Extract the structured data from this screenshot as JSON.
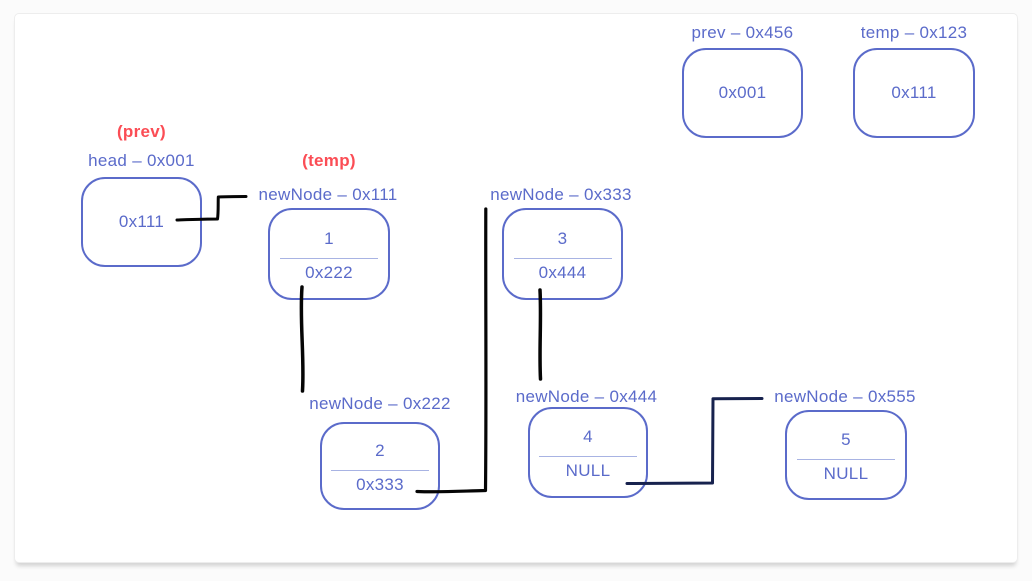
{
  "colors": {
    "node_blue": "#5b6bca",
    "divider_blue": "#a8b3e3",
    "annotation_red": "#fb4d55",
    "wire_black": "#050505",
    "wire_navy": "#17224e"
  },
  "variables": {
    "prev": {
      "label": "prev – 0x456",
      "value": "0x001"
    },
    "temp": {
      "label": "temp – 0x123",
      "value": "0x111"
    },
    "head": {
      "annotation": "(prev)",
      "label": "head – 0x001",
      "value": "0x111"
    }
  },
  "nodes": [
    {
      "annotation": "(temp)",
      "label": "newNode – 0x111",
      "data": "1",
      "next": "0x222"
    },
    {
      "label": "newNode – 0x333",
      "data": "3",
      "next": "0x444"
    },
    {
      "label": "newNode – 0x222",
      "data": "2",
      "next": "0x333"
    },
    {
      "label": "newNode – 0x444",
      "data": "4",
      "next": "NULL"
    },
    {
      "label": "newNode – 0x555",
      "data": "5",
      "next": "NULL"
    }
  ]
}
